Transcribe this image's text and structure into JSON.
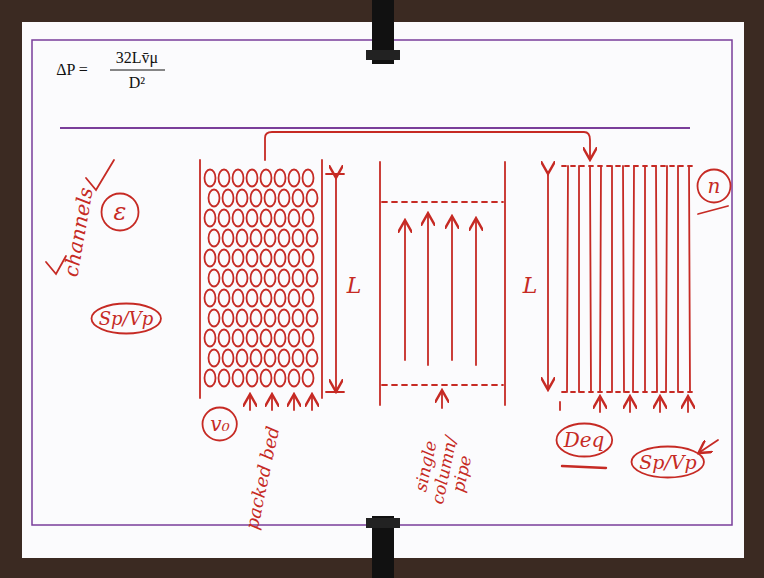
{
  "diagram": {
    "nodes": [
      {
        "text": [
          "ε"
        ]
      },
      {
        "text": [
          "Sp/Vp"
        ]
      },
      {
        "text": [
          "v₀"
        ]
      },
      {
        "text": [
          "Deq"
        ]
      },
      {
        "text": [
          "Sp/Vp"
        ]
      },
      {
        "text": [
          "n"
        ]
      }
    ],
    "labels": [
      "ΔP =",
      "32Lv̄μ",
      "D²",
      "channels",
      "L",
      "packed bed",
      "single column/ pipe",
      "L"
    ]
  }
}
